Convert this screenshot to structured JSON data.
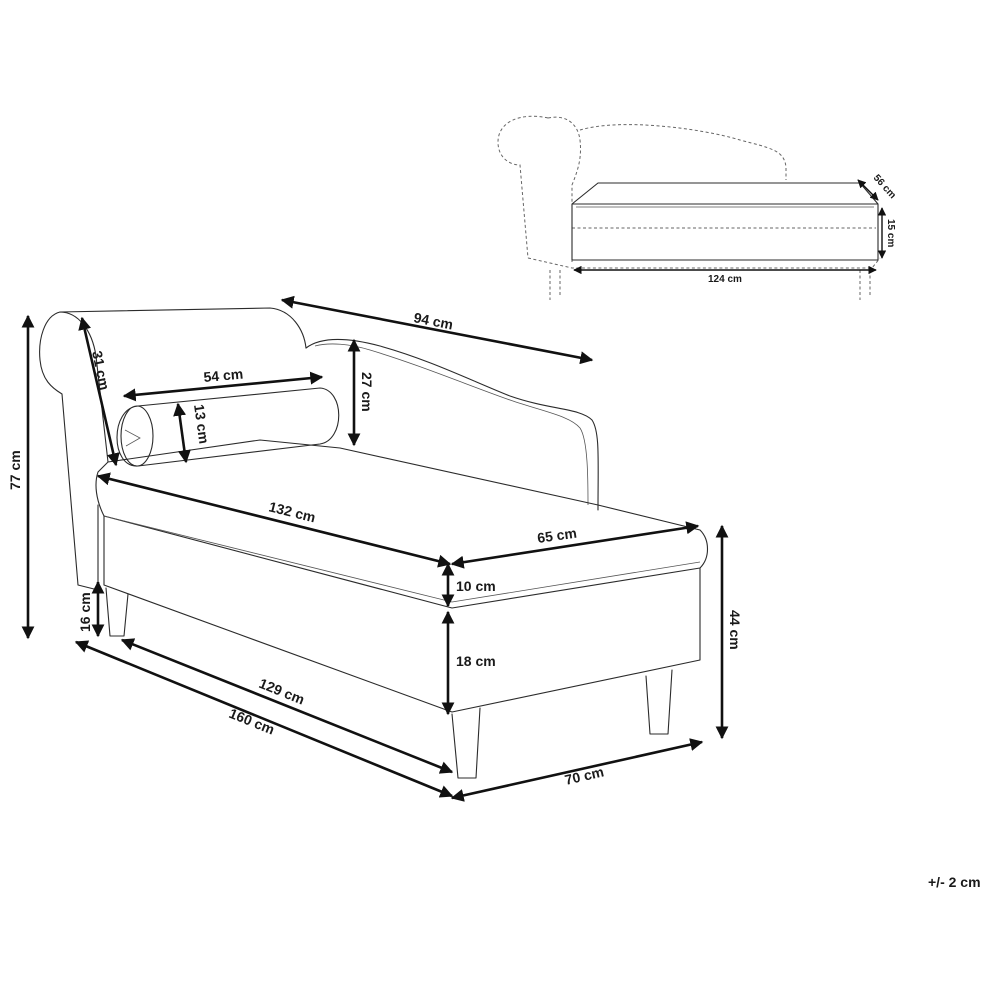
{
  "main": {
    "dimensions": {
      "depth_top": "94 cm",
      "armrest": "31 cm",
      "bolster_length": "54 cm",
      "backrest_height": "27 cm",
      "bolster_diameter": "13 cm",
      "total_height": "77 cm",
      "seat_length": "132 cm",
      "seat_width": "65 cm",
      "cushion_height": "10 cm",
      "seat_height": "44 cm",
      "leg_height": "16 cm",
      "base_height": "18 cm",
      "base_length": "129 cm",
      "total_length": "160 cm",
      "total_width": "70 cm"
    },
    "tolerance": "+/- 2 cm"
  },
  "inset": {
    "storage_depth": "56 cm",
    "storage_height": "15 cm",
    "storage_length": "124 cm"
  }
}
